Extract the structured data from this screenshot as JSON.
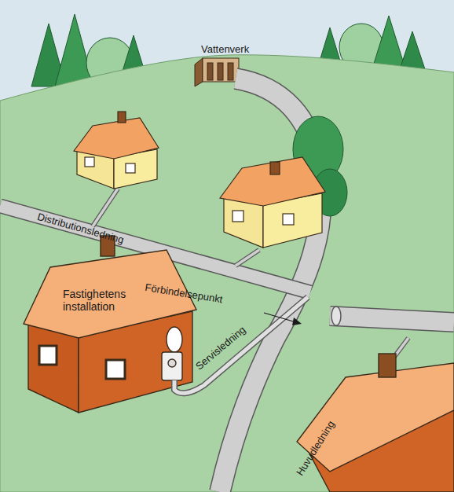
{
  "diagram": {
    "labels": [
      "Vattenverk",
      "Distributionsledning",
      "Förbindelsepunkt",
      "Servisledning",
      "Huvudledning",
      "Fastighetens installation"
    ]
  }
}
